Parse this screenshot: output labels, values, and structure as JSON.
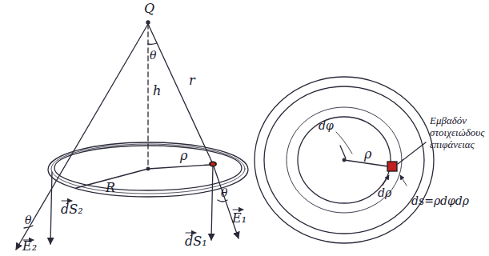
{
  "diagram": {
    "labels": [
      "Q",
      "θ",
      "h",
      "r",
      "R",
      "ρ",
      "θ",
      "E₂",
      "dS₂",
      "dS₁",
      "θ",
      "E₁",
      "dφ",
      "ρ",
      "dρ",
      "Εμβαδόν στοιχειώδους επιφάνειας",
      "ds=ρdφdρ"
    ]
  }
}
